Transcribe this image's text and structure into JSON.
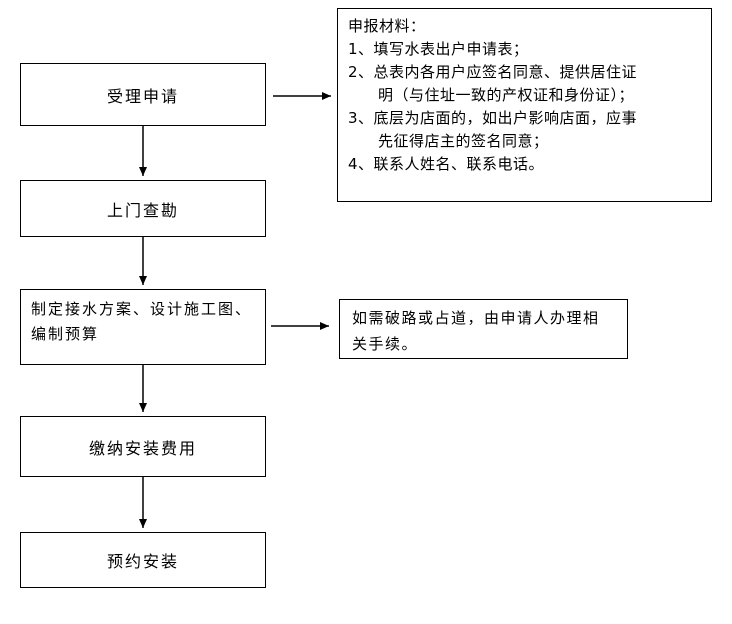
{
  "steps": [
    {
      "label": "受理申请"
    },
    {
      "label": "上门查勘"
    },
    {
      "label": "制定接水方案、设计施工图、编制预算"
    },
    {
      "label": "缴纳安装费用"
    },
    {
      "label": "预约安装"
    }
  ],
  "notes": {
    "materials": {
      "title": "申报材料：",
      "items": [
        "1、填写水表出户申请表；",
        "2、总表内各用户应签名同意、提供居住证",
        "明（与住址一致的产权证和身份证）；",
        "3、底层为店面的，如出户影响店面，应事",
        "先征得店主的签名同意；",
        "4、联系人姓名、联系电话。"
      ]
    },
    "road": {
      "text": "如需破路或占道，由申请人办理相关手续。"
    }
  }
}
